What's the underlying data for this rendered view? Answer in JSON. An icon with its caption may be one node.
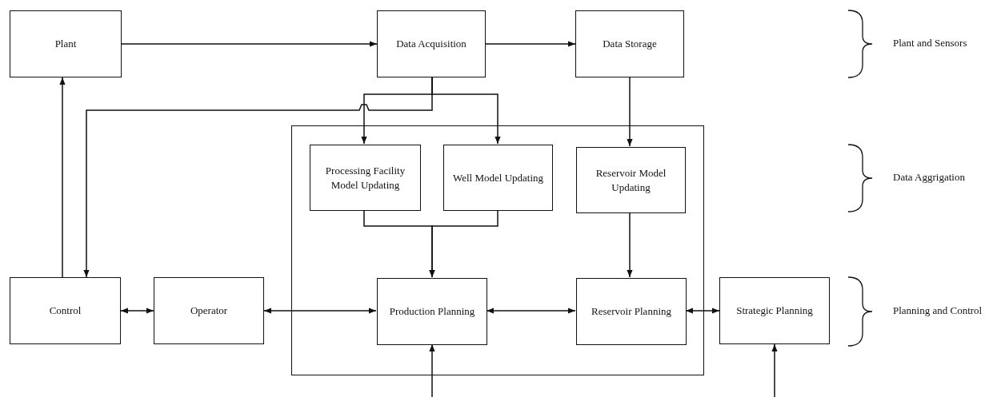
{
  "diagram": {
    "nodes": [
      {
        "text": [
          "Plant"
        ]
      },
      {
        "text": [
          "Data Acquisition"
        ]
      },
      {
        "text": [
          "Data Storage"
        ]
      },
      {
        "text": [],
        "shape": "box"
      },
      {
        "text": [
          "Processing Facility Model Updating"
        ],
        "in": 3
      },
      {
        "text": [
          "Well Model Updating"
        ],
        "in": 3
      },
      {
        "text": [
          "Reservoir Model Updating"
        ],
        "in": 3
      },
      {
        "text": [
          "Control"
        ]
      },
      {
        "text": [
          "Operator"
        ]
      },
      {
        "text": [
          "Production Planning"
        ],
        "in": 3
      },
      {
        "text": [
          "Reservoir Planning"
        ],
        "in": 3
      },
      {
        "text": [
          "Strategic Planning"
        ]
      }
    ],
    "edges": [
      {
        "from": 0,
        "to": 1,
        "arrow": "to"
      },
      {
        "from": 1,
        "to": 2,
        "arrow": "to"
      },
      {
        "from": 1,
        "to": 4,
        "arrow": "to"
      },
      {
        "from": 1,
        "to": 5,
        "arrow": "to"
      },
      {
        "from": 1,
        "to": 7,
        "arrow": "to"
      },
      {
        "from": 2,
        "to": 6,
        "arrow": "to"
      },
      {
        "from": 4,
        "to": 9,
        "arrow": "to"
      },
      {
        "from": 5,
        "to": 9,
        "arrow": "to"
      },
      {
        "from": 6,
        "to": 10,
        "arrow": "to"
      },
      {
        "from": 7,
        "to": 0,
        "arrow": "to"
      },
      {
        "from": 7,
        "to": 8,
        "arrow": "both"
      },
      {
        "from": 8,
        "to": 9,
        "arrow": "both"
      },
      {
        "from": 9,
        "to": 10,
        "arrow": "both"
      },
      {
        "from": 10,
        "to": 11,
        "arrow": "both"
      },
      {
        "from": null,
        "to": 9,
        "arrow": "to"
      },
      {
        "from": null,
        "to": 11,
        "arrow": "to"
      }
    ],
    "labels": [
      "Plant and Sensors",
      "Data Aggrigation",
      "Planning and Control"
    ]
  }
}
